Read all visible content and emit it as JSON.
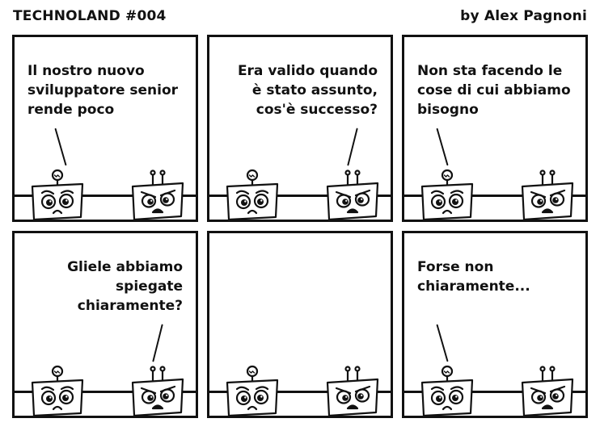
{
  "header": {
    "title": "TECHNOLAND #004",
    "author": "by Alex Pagnoni"
  },
  "panels": [
    {
      "text": "Il nostro nuovo\nsviluppatore senior\nrende poco",
      "speaker": "left",
      "align": "left"
    },
    {
      "text": "Era valido quando\nè stato assunto,\ncos'è successo?",
      "speaker": "right",
      "align": "right"
    },
    {
      "text": "Non sta facendo le\ncose di cui abbiamo\nbisogno",
      "speaker": "left",
      "align": "left"
    },
    {
      "text": "Gliele abbiamo\nspiegate\nchiaramente?",
      "speaker": "right",
      "align": "right"
    },
    {
      "text": "",
      "speaker": "none",
      "align": "left"
    },
    {
      "text": "Forse non\nchiaramente...",
      "speaker": "left",
      "align": "left"
    }
  ],
  "characters": {
    "left_robot": "worried-lightbulb-robot",
    "right_robot": "angry-antenna-robot"
  }
}
